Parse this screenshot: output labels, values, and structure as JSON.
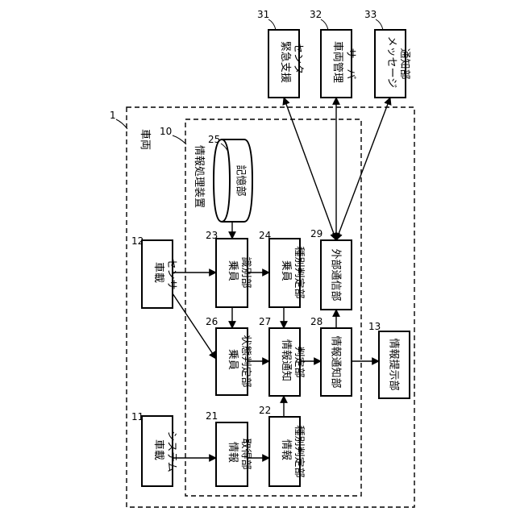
{
  "labels": {
    "vehicle": "車両",
    "device": "情報処理装置"
  },
  "refs": {
    "vehicle": "1",
    "device": "10",
    "vehicle_system": "11",
    "vehicle_sensor": "12",
    "info_presentation": "13",
    "info_acquisition": "21",
    "info_type": "22",
    "occupant_id": "23",
    "occupant_type": "24",
    "storage": "25",
    "occupant_state": "26",
    "notify_judgment": "27",
    "info_notify": "28",
    "ext_comm": "29",
    "emergency_center": "31",
    "fleet_server": "32",
    "message_notify": "33"
  },
  "blocks": {
    "vehicle_system": [
      "車載",
      "システム"
    ],
    "vehicle_sensor": [
      "車載",
      "センサ"
    ],
    "info_presentation": [
      "情報提示部"
    ],
    "info_acquisition": [
      "情報",
      "取得部"
    ],
    "info_type": [
      "情報",
      "種別判定部"
    ],
    "occupant_id": [
      "乗員",
      "識別部"
    ],
    "occupant_type": [
      "乗員",
      "種別判定部"
    ],
    "storage": [
      "記憶部"
    ],
    "occupant_state": [
      "乗員",
      "状態判定部"
    ],
    "notify_judgment": [
      "情報通知",
      "判定部"
    ],
    "info_notify": [
      "情報通知部"
    ],
    "ext_comm": [
      "外部通信部"
    ],
    "emergency_center": [
      "緊急支援",
      "センター"
    ],
    "fleet_server": [
      "車両管理",
      "サーバ"
    ],
    "message_notify": [
      "メッセージ",
      "通知部"
    ]
  },
  "connections": [
    {
      "from": "vehicle_system",
      "to": "info_acquisition"
    },
    {
      "from": "info_acquisition",
      "to": "info_type"
    },
    {
      "from": "info_type",
      "to": "notify_judgment"
    },
    {
      "from": "vehicle_sensor",
      "to": "occupant_id"
    },
    {
      "from": "vehicle_sensor",
      "to": "occupant_state"
    },
    {
      "from": "storage",
      "to": "occupant_id"
    },
    {
      "from": "occupant_id",
      "to": "occupant_type"
    },
    {
      "from": "occupant_id",
      "to": "occupant_state"
    },
    {
      "from": "occupant_type",
      "to": "notify_judgment"
    },
    {
      "from": "occupant_state",
      "to": "notify_judgment"
    },
    {
      "from": "notify_judgment",
      "to": "info_notify"
    },
    {
      "from": "info_notify",
      "to": "info_presentation"
    },
    {
      "from": "info_notify",
      "to": "ext_comm"
    },
    {
      "from": "ext_comm",
      "to": "emergency_center"
    },
    {
      "from": "ext_comm",
      "to": "fleet_server"
    },
    {
      "from": "ext_comm",
      "to": "message_notify"
    }
  ]
}
